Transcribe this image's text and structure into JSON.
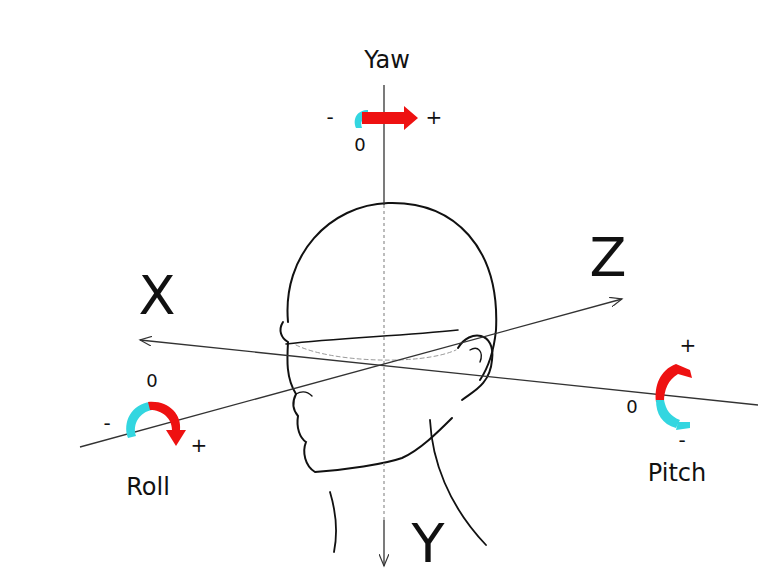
{
  "diagram": {
    "labels": [
      "Yaw",
      "-",
      "+",
      "0",
      "Z",
      "X",
      "+",
      "0",
      "0",
      "-",
      "+",
      "-",
      "Roll",
      "Pitch",
      "Y"
    ]
  }
}
